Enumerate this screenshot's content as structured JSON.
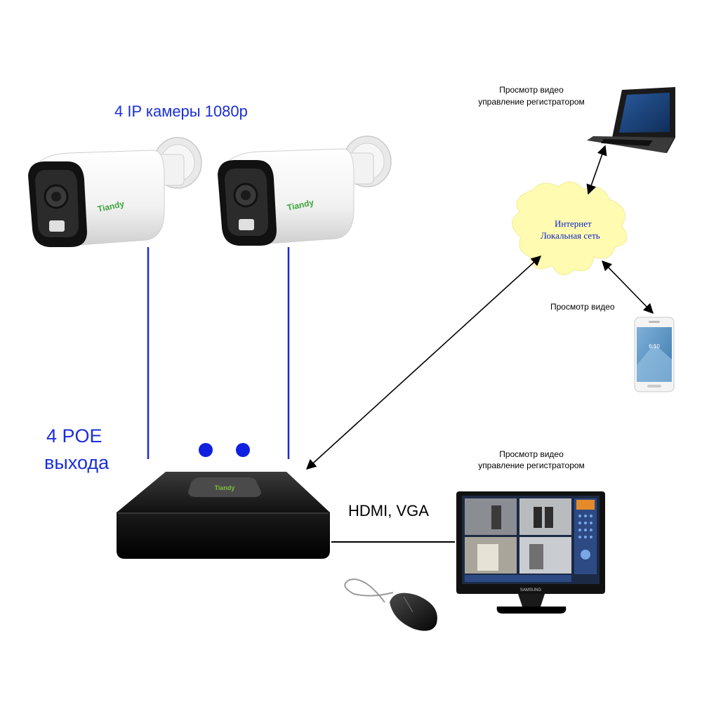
{
  "cameras_label": "4 IP камеры 1080p",
  "poe_label": [
    "4 POE",
    "выхода"
  ],
  "camera_brand": "Tiandy",
  "nvr_brand": "Tiandy",
  "link_label": "HDMI, VGA",
  "laptop_caption": [
    "Просмотр видео",
    "управление регистратором"
  ],
  "monitor_caption": [
    "Просмотр видео",
    "управление регистратором"
  ],
  "cloud_text": [
    "Интернет",
    "Локальная сеть"
  ],
  "phone_caption": "Просмотр видео",
  "phone_screen_text": "6:10",
  "monitor_brand": "SAMSUNG",
  "colors": {
    "blue_label": "#1a2fd6",
    "cable": "#1d2bd0",
    "dot": "#1020e0",
    "cloud_fill": "#fffbb0",
    "cloud_text": "#0a23c8",
    "brand_green": "#3aa53a"
  }
}
